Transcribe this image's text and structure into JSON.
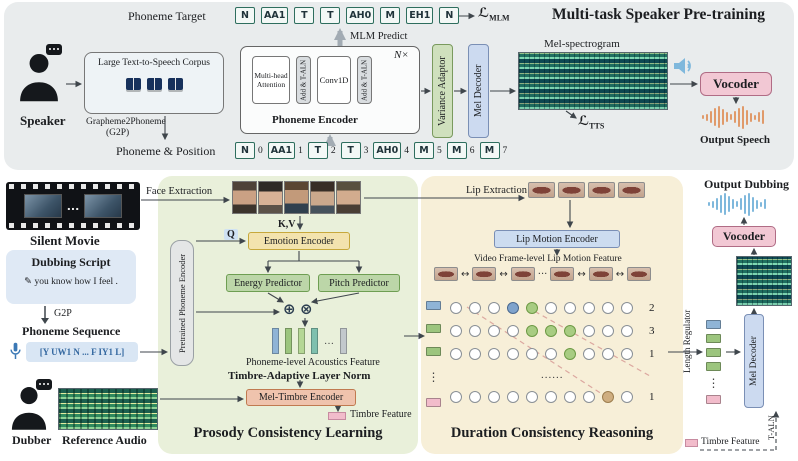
{
  "colors": {
    "panel_gray": "#e9eced",
    "panel_green": "#e9f0da",
    "panel_tan": "#f7efd8",
    "phoneme_border": "#2e6e5e",
    "variance_green": "#cfe0bd",
    "mel_blue": "#ccdaf0",
    "vocoder_pink": "#f2c8d4",
    "emotion_yellow": "#f3e3ae",
    "predictor_green": "#bcd6a8",
    "timbre_salmon": "#efc3ad",
    "bars": {
      "blue": "#8fb4d6",
      "green": "#9cc57e",
      "pink": "#f2bccb",
      "tan": "#cfae80"
    }
  },
  "pretraining": {
    "title": "Multi-task Speaker Pre-training",
    "phoneme_target_label": "Phoneme Target",
    "phoneme_targets": [
      "N",
      "AA1",
      "T",
      "T",
      "AH0",
      "M",
      "EH1",
      "N"
    ],
    "loss_mlm": {
      "symbol": "ℒ",
      "sub": "MLM"
    },
    "mlm_predict": "MLM Predict",
    "speaker_label": "Speaker",
    "corpus_label": "Large Text-to-Speech Corpus",
    "g2p_line1": "Grapheme2Phoneme",
    "g2p_line2": "(G2P)",
    "phoneme_position_label": "Phoneme & Position",
    "phoneme_positions": [
      [
        "N",
        "0"
      ],
      [
        "AA1",
        "1"
      ],
      [
        "T",
        "2"
      ],
      [
        "T",
        "3"
      ],
      [
        "AH0",
        "4"
      ],
      [
        "M",
        "5"
      ],
      [
        "M",
        "6"
      ],
      [
        "M",
        "7"
      ]
    ],
    "encoder": {
      "label": "Phoneme Encoder",
      "mha": "Multi-head Attention",
      "taln": "Add & T-ALN",
      "conv": "Conv1D",
      "n_times": "N×"
    },
    "variance_adaptor": "Variance Adaptor",
    "mel_decoder": "Mel Decoder",
    "mel_spectrogram_label": "Mel-spectrogram",
    "loss_tts": {
      "symbol": "ℒ",
      "sub": "TTS"
    },
    "vocoder_label": "Vocoder",
    "output_speech": "Output Speech"
  },
  "left": {
    "silent_movie": "Silent Movie",
    "film_dots": "...",
    "dubbing_script": {
      "title": "Dubbing Script",
      "pencil": "✎",
      "text": "you know how I feel ."
    },
    "g2p": "G2P",
    "phoneme_sequence_label": "Phoneme Sequence",
    "phoneme_sequence": "[Y UW1 N ... F IY1 L]",
    "dubber": "Dubber",
    "reference_audio": "Reference Audio"
  },
  "prosody": {
    "title": "Prosody Consistency Learning",
    "face_extraction": "Face Extraction",
    "q": "Q",
    "kv": "K,V",
    "emotion_encoder": "Emotion Encoder",
    "energy_predictor": "Energy Predictor",
    "pitch_predictor": "Pitch Predictor",
    "pretrained_encoder": "Pretrained Phoneme Encoder",
    "oplus": "⊕",
    "otimes": "⊗",
    "acoustic_bars": [
      "#8fb4d6",
      "#9cc57e",
      "#b5d795",
      "#7fc0ae"
    ],
    "acoustic_dots": "…",
    "acoustic_tail": "#c2c8cc",
    "acoustics_label": "Phoneme-level Acoustics Feature",
    "taln_label": "Timbre-Adaptive Layer Norm",
    "mel_timbre_encoder": "Mel-Timbre Encoder",
    "timbre_feature": "Timbre Feature"
  },
  "duration": {
    "title": "Duration Consistency Reasoning",
    "lip_extraction": "Lip Extraction",
    "lip_motion_encoder": "Lip Motion Encoder",
    "lip_feature_label": "Video Frame-level Lip Motion Feature",
    "lip_arrow": "↔",
    "lip_dots": "···",
    "vdots": "⋮",
    "left_bars": [
      "blue",
      "green",
      "green",
      "vdots",
      "pink"
    ],
    "grid": {
      "rows": [
        {
          "label": "2",
          "cells": [
            "o",
            "o",
            "o",
            "b",
            "g",
            "o",
            "o",
            "o",
            "o",
            "o"
          ]
        },
        {
          "label": "3",
          "cells": [
            "o",
            "o",
            "o",
            "o",
            "g",
            "g",
            "g",
            "o",
            "o",
            "o"
          ]
        },
        {
          "label": "1",
          "cells": [
            "o",
            "o",
            "o",
            "o",
            "o",
            "o",
            "g",
            "o",
            "o",
            "o"
          ]
        },
        {
          "dots": "......"
        },
        {
          "label": "1",
          "cells": [
            "o",
            "o",
            "o",
            "o",
            "o",
            "o",
            "o",
            "o",
            "t",
            "o"
          ]
        }
      ]
    }
  },
  "right": {
    "output_dubbing": "Output Dubbing",
    "vocoder_label": "Vocoder",
    "mel_decoder": "Mel Decoder",
    "length_regulator": "Length Regulator",
    "taln": "T-ALN",
    "timbre_feature": "Timbre Feature",
    "bars": [
      "blue",
      "green",
      "green",
      "green",
      "vdots",
      "pink"
    ]
  }
}
